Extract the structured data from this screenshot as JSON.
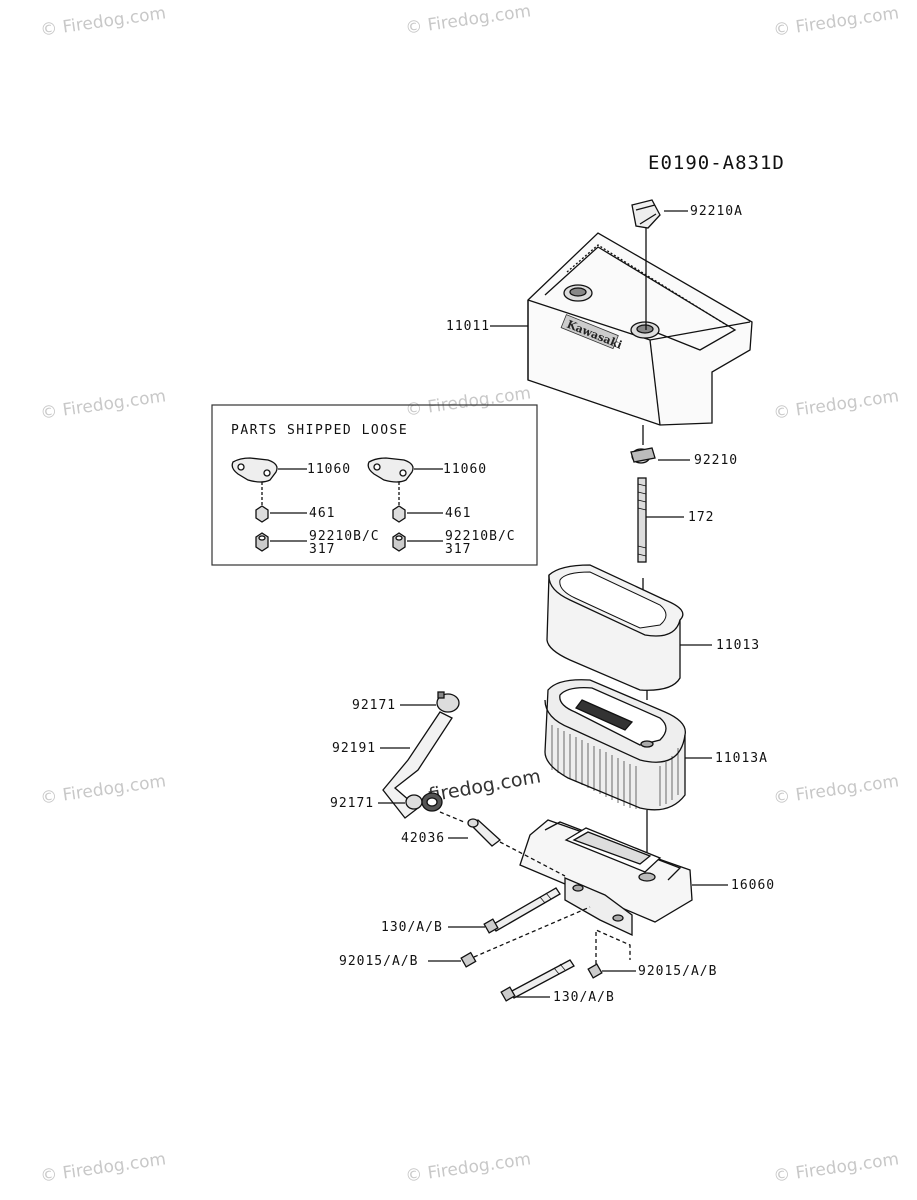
{
  "diagram_code": "E0190-A831D",
  "parts_box_title": "PARTS SHIPPED LOOSE",
  "watermark": "© Firedog.com",
  "watermark_center": "firedog.com",
  "brand_on_cover": "Kawasaki",
  "labels": {
    "p92210A": "92210A",
    "p11011": "11011",
    "p92210": "92210",
    "p172": "172",
    "p11013": "11013",
    "p11013A": "11013A",
    "p92171_top": "92171",
    "p92191": "92191",
    "p92171_bottom": "92171",
    "p42036": "42036",
    "p16060": "16060",
    "p130_upper": "130/A/B",
    "p92015_left": "92015/A/B",
    "p92015_right": "92015/A/B",
    "p130_lower": "130/A/B",
    "box_11060_left": "11060",
    "box_11060_right": "11060",
    "box_461_left": "461",
    "box_461_right": "461",
    "box_92210BC_left": "92210B/C",
    "box_92210BC_right": "92210B/C",
    "box_317_left": "317",
    "box_317_right": "317"
  }
}
